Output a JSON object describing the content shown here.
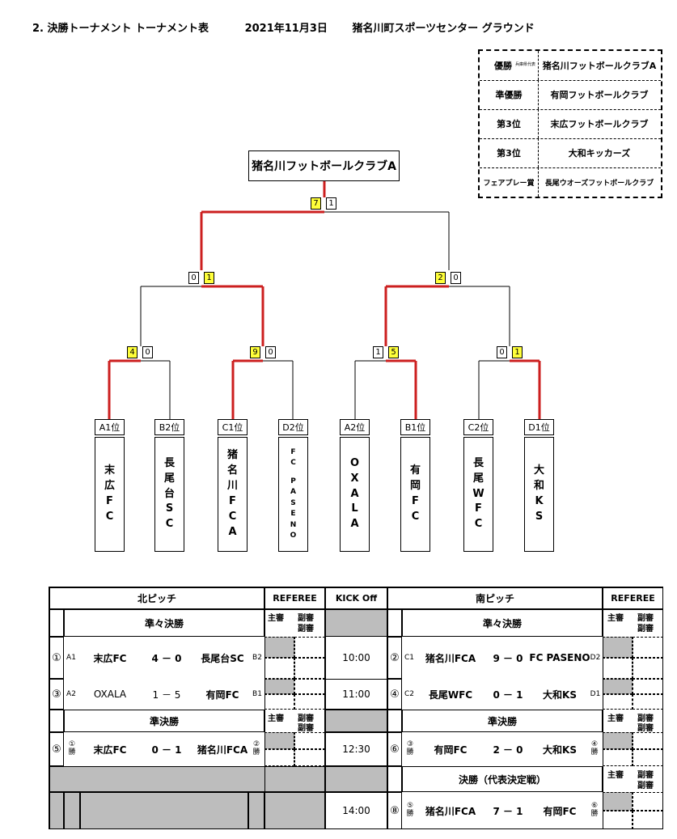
{
  "header": {
    "section": "2.  決勝トーナメント  トーナメント表",
    "date": "2021年11月3日",
    "venue": "猪名川町スポーツセンター  グラウンド"
  },
  "results": [
    {
      "label": "優勝",
      "note": "兵庫県代表",
      "team": "猪名川フットボールクラブA"
    },
    {
      "label": "準優勝",
      "team": "有岡フットボールクラブ"
    },
    {
      "label": "第3位",
      "team": "末広フットボールクラブ"
    },
    {
      "label": "第3位",
      "team": "大和キッカーズ"
    },
    {
      "label": "フェアプレー賞",
      "team": "長尾ウオーズフットボールクラブ"
    }
  ],
  "bracket": {
    "champion": "猪名川フットボールクラブA",
    "final": {
      "left": "7",
      "right": "1"
    },
    "semis": [
      {
        "left": "0",
        "right": "1"
      },
      {
        "left": "2",
        "right": "0"
      }
    ],
    "quarters": [
      {
        "left": "4",
        "right": "0"
      },
      {
        "left": "9",
        "right": "0"
      },
      {
        "left": "1",
        "right": "5"
      },
      {
        "left": "0",
        "right": "1"
      }
    ],
    "teams": [
      {
        "pos": "A1位",
        "name": [
          "末",
          "広",
          "F",
          "C"
        ]
      },
      {
        "pos": "B2位",
        "name": [
          "長",
          "尾",
          "台",
          "S",
          "C"
        ]
      },
      {
        "pos": "C1位",
        "name": [
          "猪",
          "名",
          "川",
          "F",
          "C",
          "A"
        ]
      },
      {
        "pos": "D2位",
        "name": [
          "F",
          "C",
          "",
          "P",
          "A",
          "S",
          "E",
          "N",
          "O"
        ]
      },
      {
        "pos": "A2位",
        "name": [
          "O",
          "X",
          "A",
          "L",
          "A"
        ]
      },
      {
        "pos": "B1位",
        "name": [
          "有",
          "岡",
          "F",
          "C"
        ]
      },
      {
        "pos": "C2位",
        "name": [
          "長",
          "尾",
          "W",
          "F",
          "C"
        ]
      },
      {
        "pos": "D1位",
        "name": [
          "大",
          "和",
          "K",
          "S"
        ]
      }
    ]
  },
  "schedule": {
    "north": "北ピッチ",
    "referee": "REFEREE",
    "kickoff": "KICK  Off",
    "south": "南ピッチ",
    "chief": "主審",
    "assistant": "副審",
    "qf_title": "準々決勝",
    "sf_title": "準決勝",
    "final_title": "決勝（代表決定戦）",
    "matches": {
      "m1": {
        "no": "①",
        "lpos": "A1",
        "left": "末広FC",
        "score": "4  －  0",
        "right": "長尾台SC",
        "rpos": "B2"
      },
      "m2": {
        "no": "②",
        "lpos": "C1",
        "left": "猪名川FCA",
        "score": "9  －  0",
        "right": "FC PASENO",
        "rpos": "D2"
      },
      "m3": {
        "no": "③",
        "lpos": "A2",
        "left": "OXALA",
        "score": "1  －  5",
        "right": "有岡FC",
        "rpos": "B1"
      },
      "m4": {
        "no": "④",
        "lpos": "C2",
        "left": "長尾WFC",
        "score": "0  －  1",
        "right": "大和KS",
        "rpos": "D1"
      },
      "m5": {
        "no": "⑤",
        "lseed": "①",
        "left": "末広FC",
        "score": "0  －  1",
        "right": "猪名川FCA",
        "rseed": "②"
      },
      "m6": {
        "no": "⑥",
        "lseed": "③",
        "left": "有岡FC",
        "score": "2  －  0",
        "right": "大和KS",
        "rseed": "④"
      },
      "m8": {
        "no": "⑧",
        "lseed": "⑤",
        "left": "猪名川FCA",
        "score": "7  －  1",
        "right": "有岡FC",
        "rseed": "⑥"
      }
    },
    "win": "勝",
    "times": [
      "10:00",
      "11:00",
      "12:30",
      "14:00"
    ]
  },
  "colors": {
    "win_line": "#cc1f1f",
    "win_score": "#ffff3a",
    "shade": "#bdbdbd"
  }
}
